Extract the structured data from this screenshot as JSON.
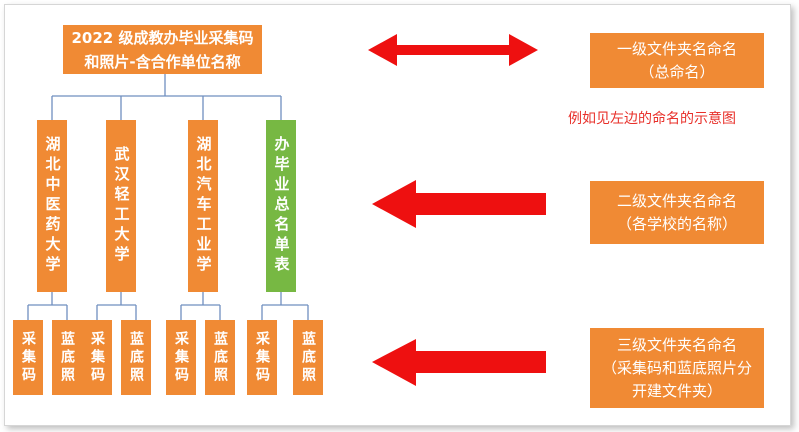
{
  "colors": {
    "orange": "#f08a34",
    "green": "#77b843",
    "connector": "#6f8fbf",
    "arrow": "#ee1010",
    "note": "#e8302a"
  },
  "root": {
    "line1": "2022 级成教办毕业采集码",
    "line2": "和照片-含合作单位名称"
  },
  "schools": [
    {
      "name": "湖北中医药大学"
    },
    {
      "name": "武汉轻工大学"
    },
    {
      "name": "湖北汽车工业学"
    },
    {
      "name": "办毕业总名单表"
    }
  ],
  "leaves": [
    "采集码",
    "蓝底照",
    "采集码",
    "蓝底照",
    "采集码",
    "蓝底照",
    "采集码",
    "蓝底照"
  ],
  "levels": [
    {
      "line1": "一级文件夹名命名",
      "line2": "（总命名）"
    },
    {
      "line1": "二级文件夹名命名",
      "line2": "（各学校的名称）"
    },
    {
      "line1": "三级文件夹名命名",
      "line2": "（采集码和蓝底照片分",
      "line3": "开建文件夹）"
    }
  ],
  "note": "例如见左边的命名的示意图",
  "icons": {
    "arrow_double": "double-headed-arrow-icon",
    "arrow_left": "left-arrow-icon"
  }
}
